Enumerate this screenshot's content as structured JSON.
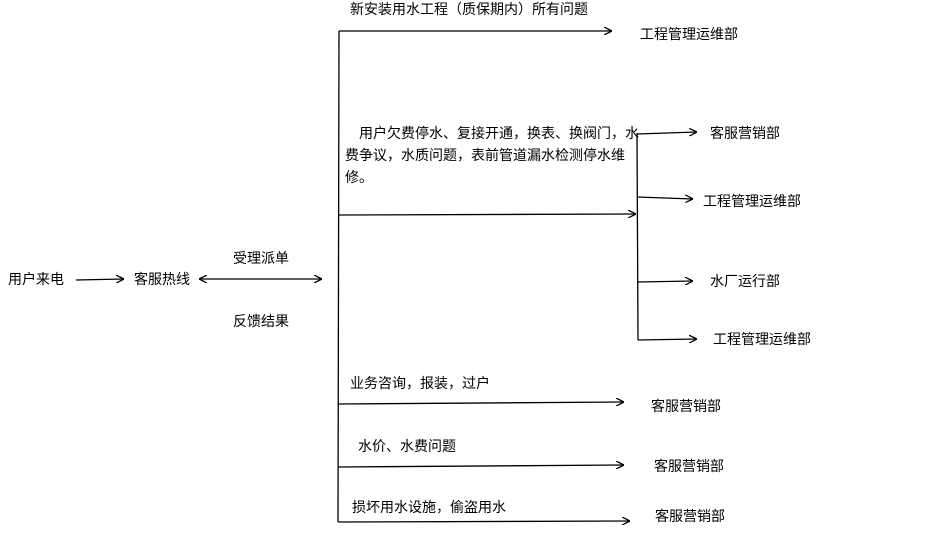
{
  "diagram": {
    "caller": "用户来电",
    "hotline": "客服热线",
    "dispatch_label": "受理派单",
    "feedback_label": "反馈结果",
    "categories": [
      {
        "text": "新安装用水工程（质保期内）所有问题",
        "departments": [
          "工程管理运维部"
        ]
      },
      {
        "text": "用户欠费停水、复接开通，换表、换阀门，水费争议，水质问题，表前管道漏水检测停水维修。",
        "departments": [
          "客服营销部",
          "工程管理运维部",
          "水厂运行部",
          "工程管理运维部"
        ]
      },
      {
        "text": "业务咨询，报装，过户",
        "departments": [
          "客服营销部"
        ]
      },
      {
        "text": "水价、水费问题",
        "departments": [
          "客服营销部"
        ]
      },
      {
        "text": "损坏用水设施，偷盗用水",
        "departments": [
          "客服营销部"
        ]
      }
    ]
  },
  "colors": {
    "line": "#000000",
    "text": "#000000",
    "background": "#ffffff"
  }
}
